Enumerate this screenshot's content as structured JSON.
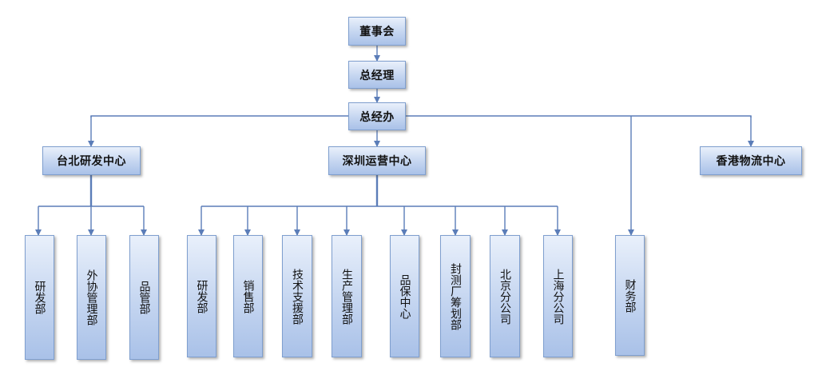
{
  "top": {
    "board": "董事会",
    "gm": "总经理",
    "gm_office": "总经办"
  },
  "centers": {
    "taipei": "台北研发中心",
    "shenzhen": "深圳运营中心",
    "hongkong": "香港物流中心"
  },
  "taipei_depts": [
    "研发部",
    "外协管理部",
    "品管部"
  ],
  "shenzhen_depts": [
    "研发部",
    "销售部",
    "技术支援部",
    "生产管理部",
    "品保中心",
    "封测厂筹划部",
    "北京分公司",
    "上海分公司"
  ],
  "finance": "财务部",
  "colors": {
    "line": "#5b7db8",
    "box_border": "#7f9fcf"
  }
}
